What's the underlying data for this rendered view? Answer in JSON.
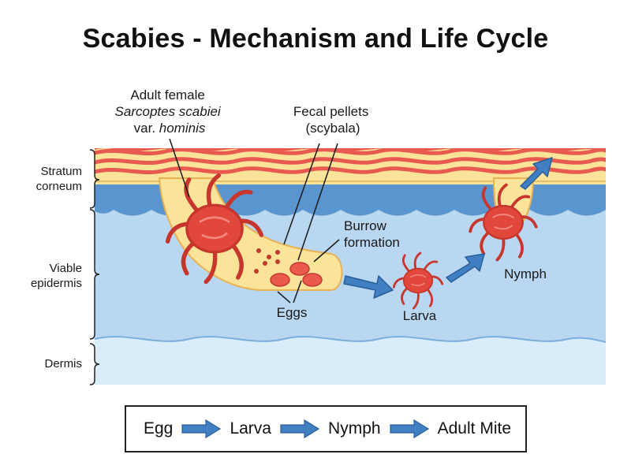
{
  "title": "Scabies - Mechanism and Life Cycle",
  "layers": {
    "stratum_corneum": [
      "Stratum",
      "corneum"
    ],
    "viable_epidermis": [
      "Viable",
      "epidermis"
    ],
    "dermis": "Dermis"
  },
  "labels": {
    "adult_female": {
      "line1": "Adult female",
      "line2": "Sarcoptes scabiei",
      "line3_prefix": "var. ",
      "line3_italic": "hominis"
    },
    "fecal_pellets": [
      "Fecal pellets",
      "(scybala)"
    ],
    "burrow": [
      "Burrow",
      "formation"
    ],
    "eggs": "Eggs",
    "larva": "Larva",
    "nymph": "Nymph"
  },
  "life_cycle": [
    "Egg",
    "Larva",
    "Nymph",
    "Adult Mite"
  ],
  "colors": {
    "stratum_red": "#e85a4f",
    "stratum_yellow": "#fbe39a",
    "epidermis_dark": "#5b95cf",
    "epidermis_light": "#b9d7f1",
    "dermis": "#d8ecfa",
    "mite": "#e2473c",
    "arrow": "#3f7fc2"
  }
}
